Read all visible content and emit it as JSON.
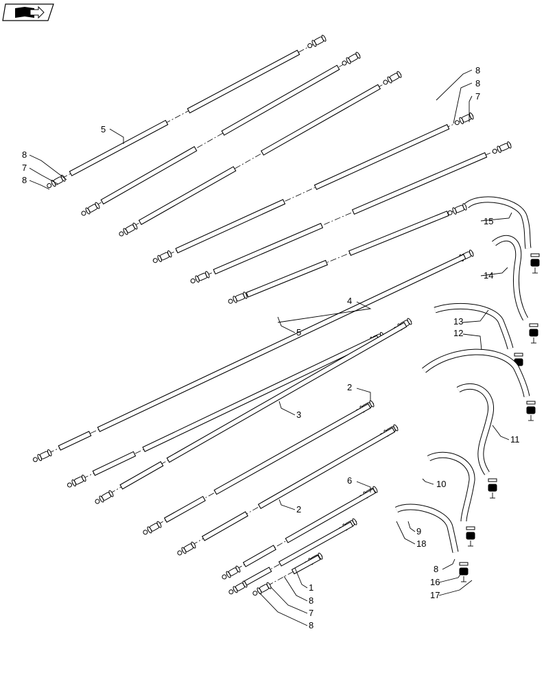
{
  "nav": {
    "icon": "book-arrow-icon"
  },
  "callouts": {
    "c1": "1",
    "c2a": "2",
    "c2b": "2",
    "c3": "3",
    "c4": "4",
    "c5a": "5",
    "c5b": "5",
    "c6": "6",
    "c7a": "7",
    "c7b": "7",
    "c7c": "7",
    "c8a": "8",
    "c8b": "8",
    "c8c": "8",
    "c8d": "8",
    "c8e": "8",
    "c8f": "8",
    "c8g": "8",
    "c9": "9",
    "c10": "10",
    "c11": "11",
    "c12": "12",
    "c13": "13",
    "c14": "14",
    "c15": "15",
    "c16": "16",
    "c17": "17",
    "c18": "18"
  }
}
